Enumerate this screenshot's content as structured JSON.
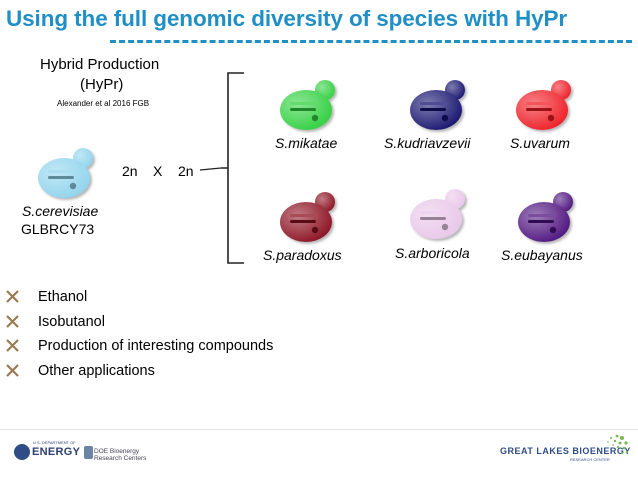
{
  "slide": {
    "title": "Using the full genomic diversity of species with HyPr",
    "hypr_line1": "Hybrid Production",
    "hypr_line2": "(HyPr)",
    "citation": "Alexander et al 2016 FGB",
    "parent_species": "S.cerevisiae",
    "parent_strain": "GLBRCY73",
    "ploidy_left": "2n",
    "cross_symbol": "X",
    "ploidy_right": "2n",
    "species": [
      {
        "name": "S.mikatae",
        "color": "#2fcf3f"
      },
      {
        "name": "S.kudriavzevii",
        "color": "#15126e"
      },
      {
        "name": "S.uvarum",
        "color": "#ee1c24"
      },
      {
        "name": "S.paradoxus",
        "color": "#8b0f1f"
      },
      {
        "name": "S.arboricola",
        "color": "#e8c6e8"
      },
      {
        "name": "S.eubayanus",
        "color": "#4d127e"
      }
    ],
    "parent_color": "#8fd3ec",
    "bullets": [
      "Ethanol",
      "Isobutanol",
      "Production of interesting compounds",
      "Other applications"
    ],
    "bullet_icon": "x-mark-icon",
    "accent_color": "#1f8fc6"
  },
  "footer": {
    "doe_dept": "U.S. DEPARTMENT OF",
    "doe_logo_text": "ENERGY",
    "brc_text": "DOE Bioenergy Research Centers",
    "glbrc_text": "GREAT LAKES BIOENERGY",
    "glbrc_sub": "RESEARCH CENTER"
  }
}
